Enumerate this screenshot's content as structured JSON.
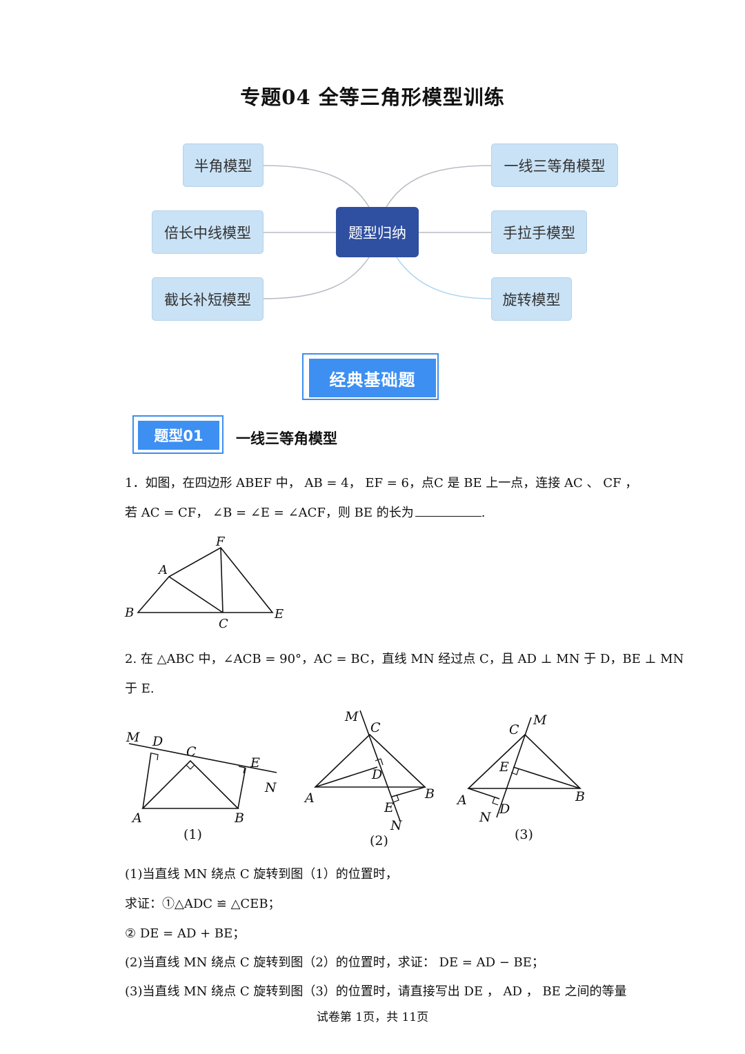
{
  "title": "专题04 全等三角形模型训练",
  "mindmap": {
    "center": "题型归纳",
    "left": [
      "半角模型",
      "倍长中线模型",
      "截长补短模型"
    ],
    "right": [
      "一线三等角模型",
      "手拉手模型",
      "旋转模型"
    ]
  },
  "banner": "经典基础题",
  "type_tag": "题型01",
  "type_title": "一线三等角模型",
  "q1": {
    "line1": "1．如图，在四边形 ABEF 中， AB = 4， EF = 6，点C 是 BE 上一点，连接 AC 、 CF ，",
    "line2": "若 AC = CF， ∠B = ∠E = ∠ACF，则 BE 的长为",
    "line2_end": ".",
    "figure_labels": {
      "A": "A",
      "B": "B",
      "C": "C",
      "E": "E",
      "F": "F"
    }
  },
  "q2": {
    "line1": "2. 在 △ABC 中，∠ACB = 90°，AC = BC，直线 MN 经过点 C，且 AD ⊥ MN 于 D，BE ⊥ MN",
    "line2": "于 E.",
    "captions": [
      "(1)",
      "(2)",
      "(3)"
    ],
    "points": {
      "M": "M",
      "N": "N",
      "A": "A",
      "B": "B",
      "C": "C",
      "D": "D",
      "E": "E"
    },
    "parts": [
      "(1)当直线 MN 绕点 C 旋转到图（1）的位置时，",
      "求证：①△ADC ≌ △CEB；",
      "② DE = AD + BE；",
      "(2)当直线 MN 绕点 C 旋转到图（2）的位置时，求证： DE = AD − BE；",
      "(3)当直线 MN 绕点 C 旋转到图（3）的位置时，请直接写出 DE ， AD ， BE 之间的等量"
    ]
  },
  "footer": "试卷第 1页，共 11页"
}
